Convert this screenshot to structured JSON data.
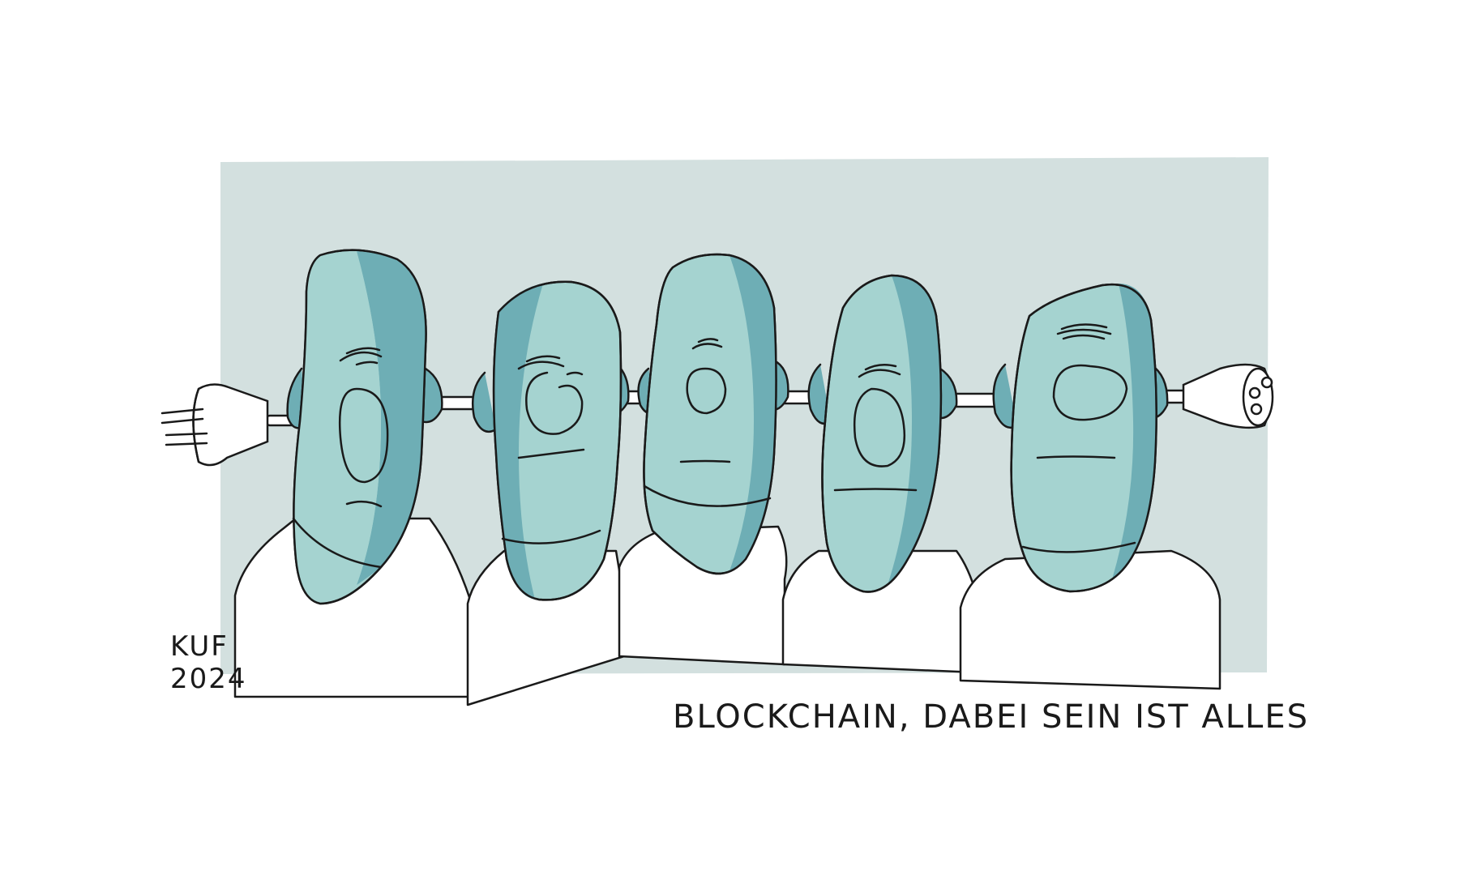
{
  "cartoon": {
    "signature_name": "KUF",
    "signature_year": "2024",
    "caption": "Blockchain, dabei sein ist alles"
  },
  "colors": {
    "background": "#ffffff",
    "panel": "#d3e0df",
    "skin_light": "#a5d3d0",
    "skin_shadow": "#6eaeb5",
    "outline": "#1a1a1a",
    "cable": "#ffffff"
  },
  "figures": [
    {
      "name": "head-1",
      "expression": "eyes-closed-frown"
    },
    {
      "name": "head-2",
      "expression": "eyes-closed-smirk"
    },
    {
      "name": "head-3",
      "expression": "eyes-closed-neutral"
    },
    {
      "name": "head-4",
      "expression": "eyes-closed-neutral"
    },
    {
      "name": "head-5",
      "expression": "eyes-closed-neutral"
    }
  ],
  "icons": [
    "plug-icon",
    "socket-icon"
  ]
}
